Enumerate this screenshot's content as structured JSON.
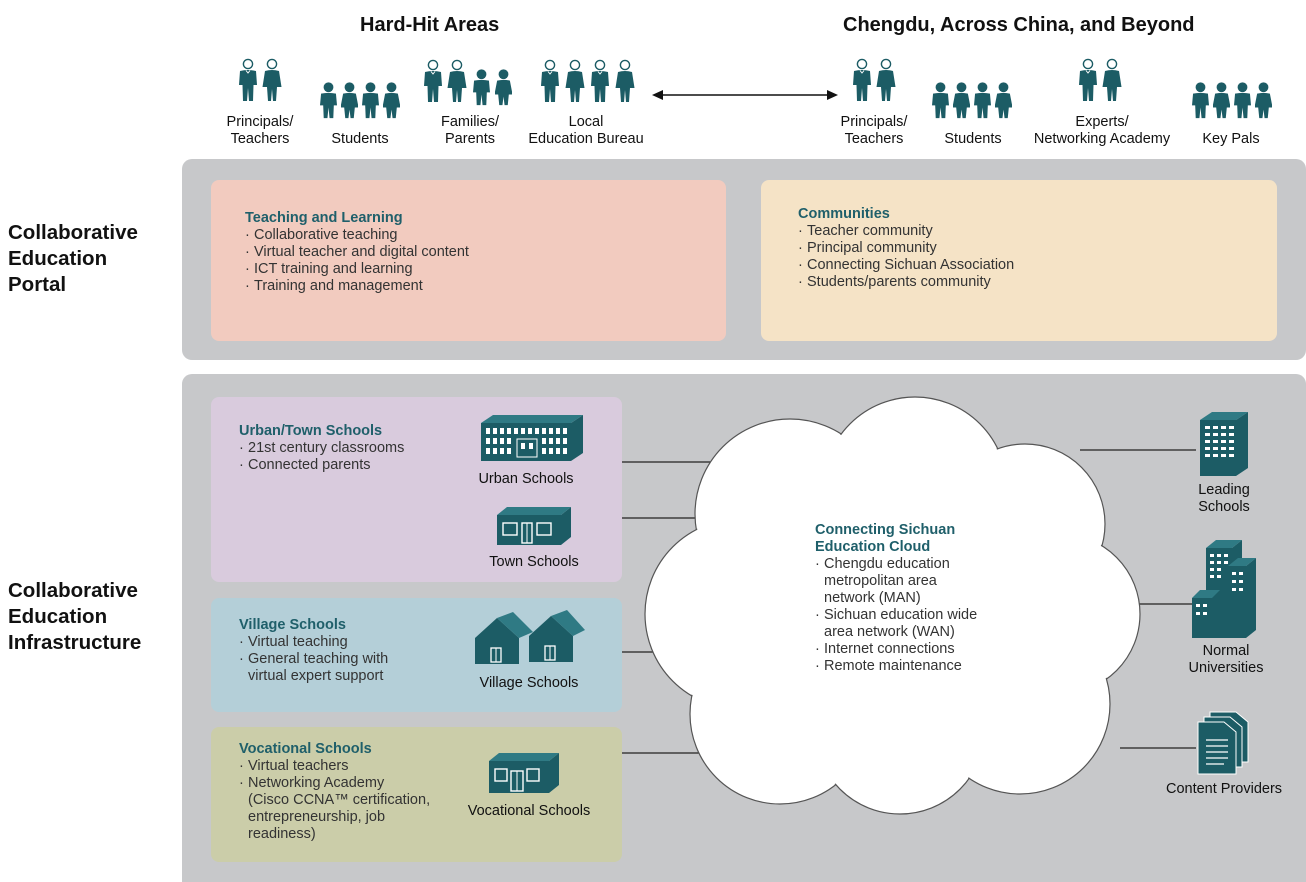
{
  "header": {
    "left_title": "Hard-Hit Areas",
    "right_title": "Chengdu, Across China, and Beyond"
  },
  "left_groups": [
    {
      "line1": "Principals/",
      "line2": "Teachers"
    },
    {
      "line1": "",
      "line2": "Students"
    },
    {
      "line1": "Families/",
      "line2": "Parents"
    },
    {
      "line1": "Local",
      "line2": "Education Bureau"
    }
  ],
  "right_groups": [
    {
      "line1": "Principals/",
      "line2": "Teachers"
    },
    {
      "line1": "",
      "line2": "Students"
    },
    {
      "line1": "Experts/",
      "line2": "Networking Academy"
    },
    {
      "line1": "",
      "line2": "Key Pals"
    }
  ],
  "portal": {
    "label": [
      "Collaborative",
      "Education",
      "Portal"
    ],
    "teaching": {
      "title": "Teaching and Learning",
      "items": [
        "Collaborative teaching",
        "Virtual teacher and digital content",
        "ICT training and learning",
        "Training and management"
      ]
    },
    "communities": {
      "title": "Communities",
      "items": [
        "Teacher community",
        "Principal community",
        "Connecting Sichuan Association",
        "Students/parents community"
      ]
    }
  },
  "infrastructure": {
    "label": [
      "Collaborative",
      "Education",
      "Infrastructure"
    ],
    "urban": {
      "title": "Urban/Town Schools",
      "items": [
        "21st century classrooms",
        "Connected parents"
      ],
      "building1": "Urban Schools",
      "building2": "Town Schools"
    },
    "village": {
      "title": "Village Schools",
      "items": [
        "Virtual teaching",
        "General teaching with",
        "virtual expert support"
      ],
      "building": "Village Schools"
    },
    "vocational": {
      "title": "Vocational Schools",
      "items": [
        "Virtual teachers",
        "Networking Academy",
        "(Cisco CCNA™ certification,",
        "entrepreneurship, job",
        "readiness)"
      ],
      "building": "Vocational Schools"
    },
    "cloud": {
      "title1": "Connecting Sichuan",
      "title2": "Education Cloud",
      "items": [
        "Chengdu education",
        "metropolitan area",
        "network (MAN)",
        "Sichuan education wide",
        "area network (WAN)",
        "Internet connections",
        "Remote maintenance"
      ]
    },
    "right": {
      "leading1": "Leading",
      "leading2": "Schools",
      "normal1": "Normal",
      "normal2": "Universities",
      "content": "Content Providers"
    }
  },
  "colors": {
    "panel": "#c7c8ca",
    "teaching_bg": "#f2cbbf",
    "communities_bg": "#f5e3c6",
    "urban_bg": "#d9cbdd",
    "village_bg": "#b4cfd8",
    "vocational_bg": "#cbcda9",
    "accent": "#1f5f6a",
    "icon": "#1c5c65"
  }
}
